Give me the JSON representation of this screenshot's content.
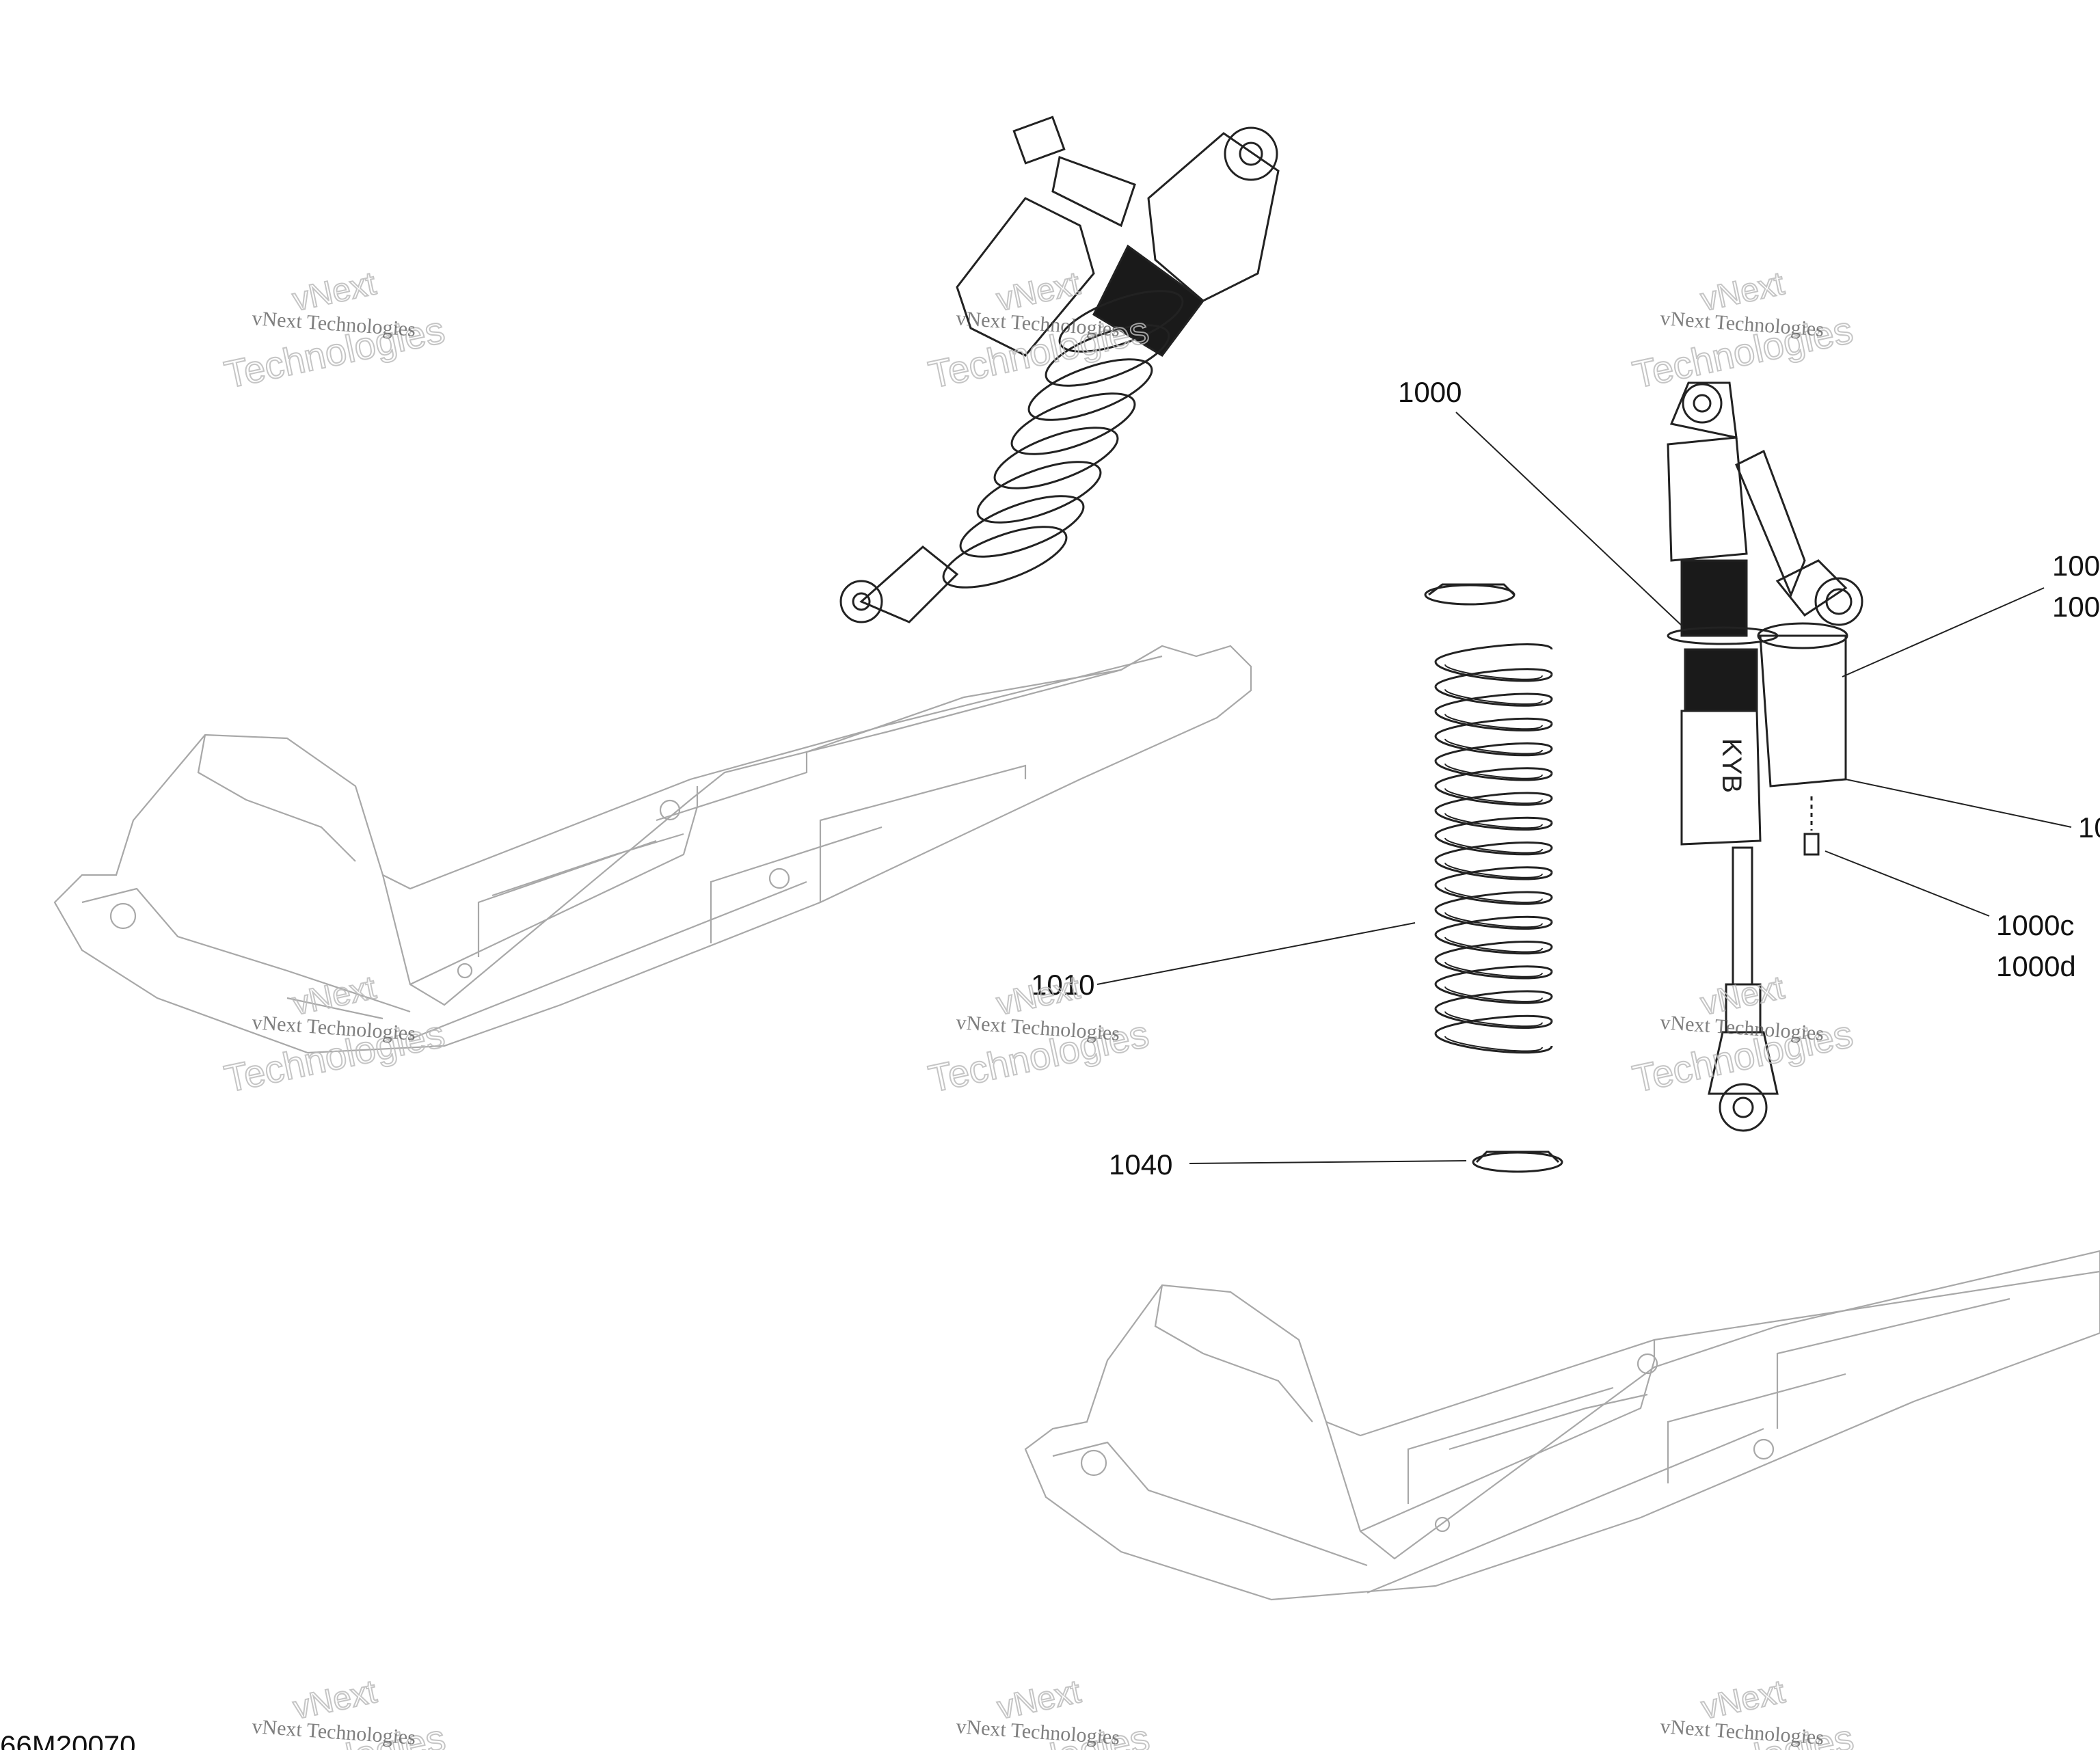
{
  "figure_id": "66M20070",
  "callouts": {
    "c1000": "1000",
    "c1010": "1010",
    "c1040": "1040",
    "c1000c": "1000c",
    "c1000d": "1000d",
    "c1000a_partial": "100",
    "c1000b_partial": "100",
    "c1000e_partial": "10"
  },
  "watermark": {
    "line_small": "vNext Technologies",
    "line_top": "vNext",
    "line_bottom": "Technologies"
  },
  "colors": {
    "line_art": "#222222",
    "ski_lines": "#a8a8a8",
    "shock_band": "#1a1a1a",
    "watermark": "#bbbbbb"
  }
}
